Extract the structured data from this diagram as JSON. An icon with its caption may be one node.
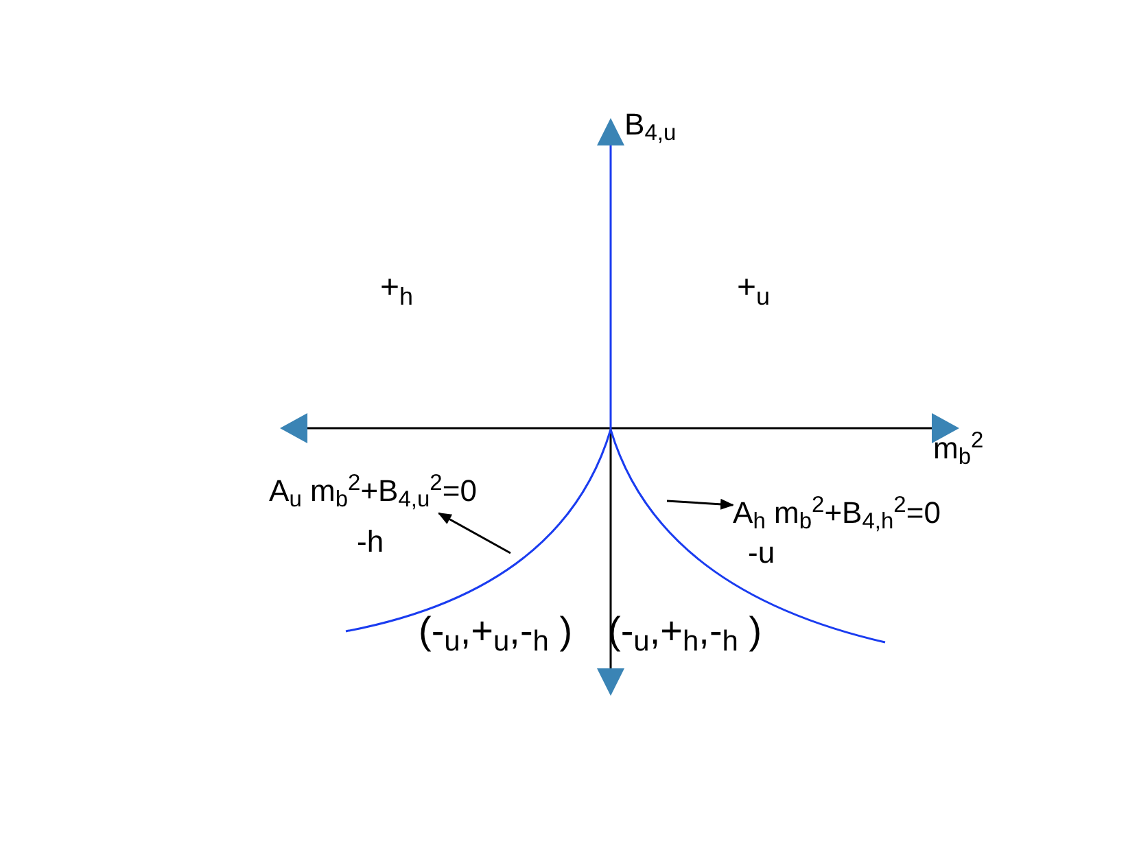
{
  "diagram": {
    "nodes": [
      {
        "text": [
          "A$_{u}$ m$_{b}$$^{2}$+B$_{4,u}$$^{2}$=0"
        ]
      },
      {
        "text": [
          "A$_{h}$ m$_{b}$$^{2}$+B$_{4,h}$$^{2}$=0"
        ]
      },
      {
        "text": [],
        "shape": "curve"
      },
      {
        "text": [],
        "shape": "curve"
      }
    ],
    "edges": [
      {
        "from": 2,
        "to": 0,
        "arrow": "to"
      },
      {
        "from": 3,
        "to": 1,
        "arrow": "to"
      }
    ],
    "labels": [
      "B$_{4,u}$",
      "+$_{h}$",
      "+$_{u}$",
      "m$_{b}$$^{2}$",
      "-h",
      "-u",
      "(-$_{u}$,+$_{u}$,-$_{h}$ )",
      "(-$_{u}$,+$_{h}$,-$_{h}$ )"
    ]
  }
}
